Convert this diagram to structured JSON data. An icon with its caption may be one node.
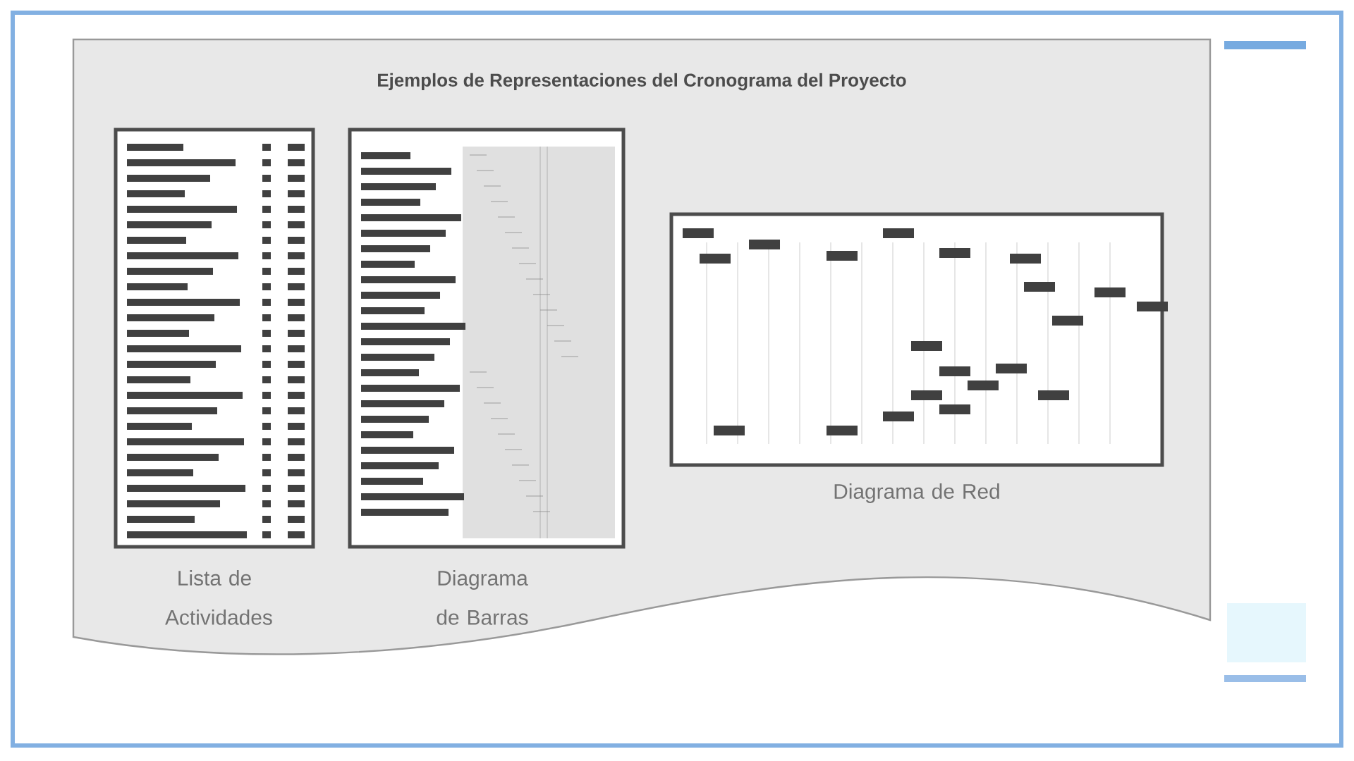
{
  "diagram": {
    "title": "Ejemplos de Representaciones del Cronograma del Proyecto",
    "nodes": [
      {
        "text": [],
        "shape": "picture",
        "beside": [
          "Lista de Actividades"
        ]
      },
      {
        "text": [],
        "shape": "picture",
        "beside": [
          "Diagrama de Barras"
        ]
      },
      {
        "text": [],
        "shape": "picture",
        "beside": [
          "Diagrama de Red"
        ]
      }
    ]
  }
}
